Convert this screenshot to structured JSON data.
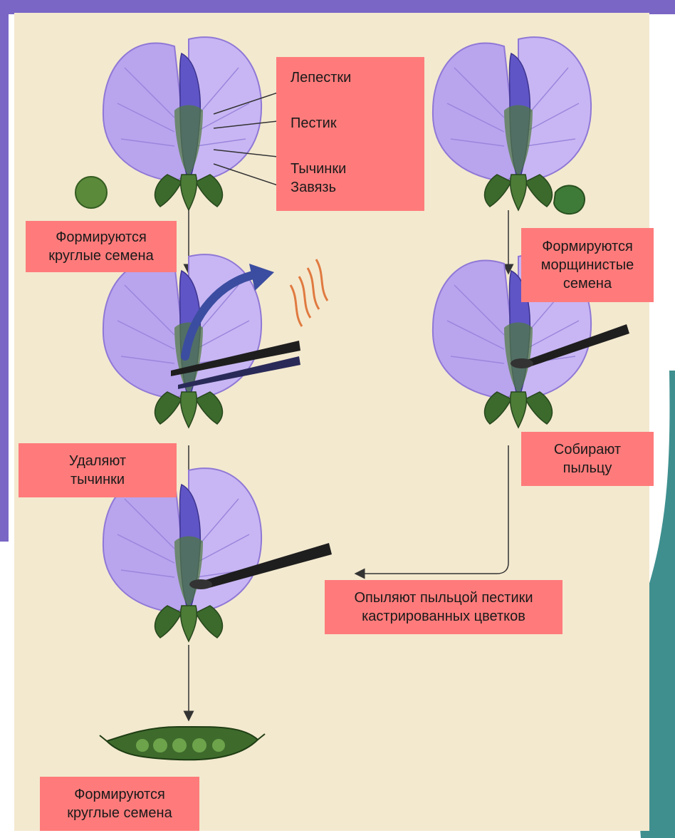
{
  "slide": {
    "background_color": "#f3e9cf",
    "frame_color": "#7a66c4",
    "accent_color": "#3f8f8f"
  },
  "labels": {
    "petals": "Лепестки",
    "pistil": "Пестик",
    "stamens": "Тычинки",
    "ovary": "Завязь",
    "round_seeds_top_line1": "Формируются",
    "round_seeds_top_line2": "круглые семена",
    "wrinkled_seeds_line1": "Формируются",
    "wrinkled_seeds_line2": "морщинистые",
    "wrinkled_seeds_line3": "семена",
    "remove_stamens_line1": "Удаляют",
    "remove_stamens_line2": "тычинки",
    "collect_pollen_line1": "Собирают",
    "collect_pollen_line2": "пыльцу",
    "pollinate_line1": "Опыляют пыльцой пестики",
    "pollinate_line2": "кастрированных цветков",
    "round_seeds_bottom_line1": "Формируются",
    "round_seeds_bottom_line2": "круглые семена"
  },
  "icons": [
    "pea-flower",
    "round-pea",
    "wrinkled-pea",
    "tweezers-icon",
    "brush-icon",
    "pea-pod",
    "stamens-icon"
  ]
}
